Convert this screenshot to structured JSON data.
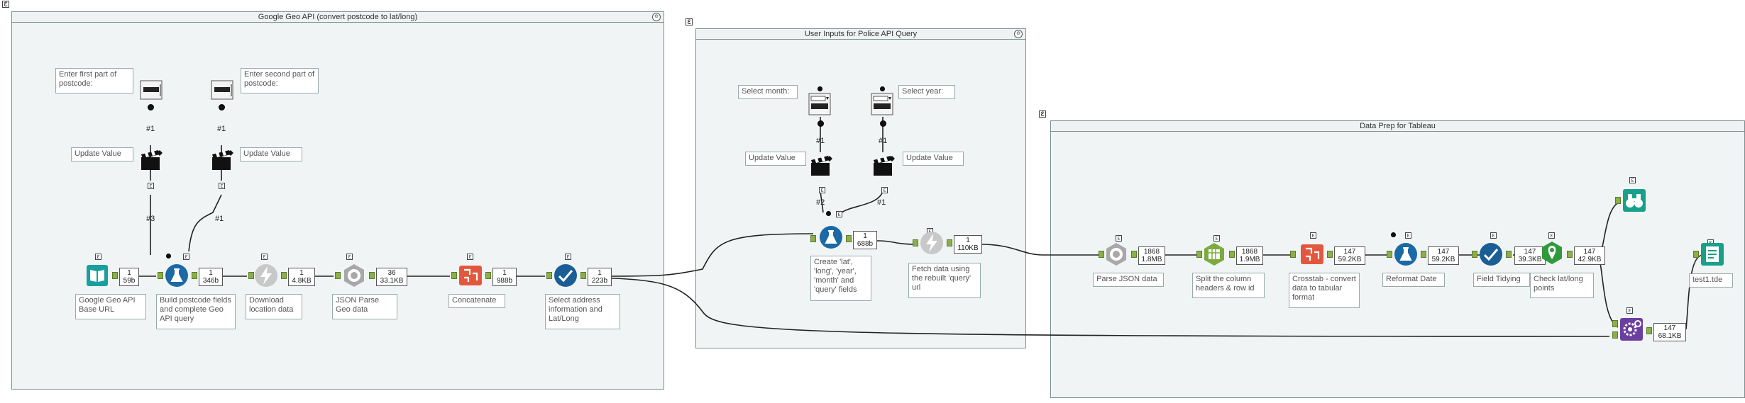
{
  "containers": {
    "geo": {
      "title": "Google Geo API (convert postcode to lat/long)"
    },
    "user": {
      "title": "User Inputs for Police API Query"
    },
    "prep": {
      "title": "Data Prep for Tableau"
    }
  },
  "icons": {
    "collapse": "⊖"
  },
  "annotations": {
    "first_postcode": "Enter first part of postcode:",
    "second_postcode": "Enter second part of postcode:",
    "update_value": "Update Value",
    "select_month": "Select month:",
    "select_year": "Select year:"
  },
  "connection_labels": {
    "h1": "#1",
    "h3": "#3",
    "h2": "#2"
  },
  "tools": {
    "base_url": {
      "label": "Google Geo API Base URL",
      "count": "1",
      "size": "59b"
    },
    "build_query": {
      "label": "Build postcode fields and complete Geo API query",
      "count": "1",
      "size": "346b"
    },
    "download": {
      "label": "Download location data",
      "count": "1",
      "size": "4.8KB"
    },
    "json_parse": {
      "label": "JSON Parse Geo data",
      "count": "36",
      "size": "33.1KB"
    },
    "concatenate": {
      "label": "Concatenate",
      "count": "1",
      "size": "988b"
    },
    "select_address": {
      "label": "Select address information and Lat/Long",
      "count": "1",
      "size": "223b"
    },
    "create_fields": {
      "label": "Create 'lat', 'long', 'year', 'month' and 'query' fields",
      "count": "1",
      "size": "688b"
    },
    "fetch_data": {
      "label": "Fetch data using the rebuilt 'query' url",
      "count": "1",
      "size": "110KB"
    },
    "parse_json": {
      "label": "Parse JSON data",
      "count": "1868",
      "size": "1.8MB"
    },
    "split_headers": {
      "label": "Split the column headers & row id",
      "count": "1868",
      "size": "1.9MB"
    },
    "crosstab": {
      "label": "Crosstab - convert data to tabular format",
      "count": "147",
      "size": "59.2KB"
    },
    "reformat_date": {
      "label": "Reformat Date",
      "count": "147",
      "size": "59.2KB"
    },
    "field_tidying": {
      "label": "Field Tidying",
      "count": "147",
      "size": "39.3KB"
    },
    "check_latlong": {
      "label": "Check lat/long points",
      "count": "147",
      "size": "42.9KB"
    },
    "join_tool": {
      "label": "",
      "count": "147",
      "size": "68.1KB"
    },
    "output_tde": {
      "label": "test1.tde"
    }
  }
}
